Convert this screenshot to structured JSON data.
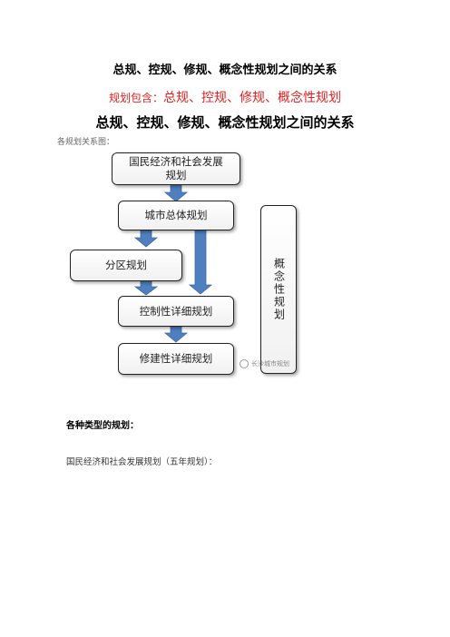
{
  "doc": {
    "title": "总规、控规、修规、概念性规划之间的关系",
    "subtitle_prefix": "规划包含：",
    "subtitle_items": "总规、控规、修规、概念性规划",
    "heading2": "总规、控规、修规、概念性规划之间的关系",
    "caption": "各规划关系图：",
    "section_title": "各种类型的规划：",
    "paragraph": "国民经济和社会发展规划（五年规划）："
  },
  "diagram": {
    "box_national": "国民经济和社会发展规划",
    "box_master": "城市总体规划",
    "box_zoning": "分区规划",
    "box_regulatory": "控制性详细规划",
    "box_constructive": "修建性详细规划",
    "box_conceptual": "概念性规划",
    "watermark": "长沙城市规划",
    "arrow_color": "#4f7fbf"
  }
}
